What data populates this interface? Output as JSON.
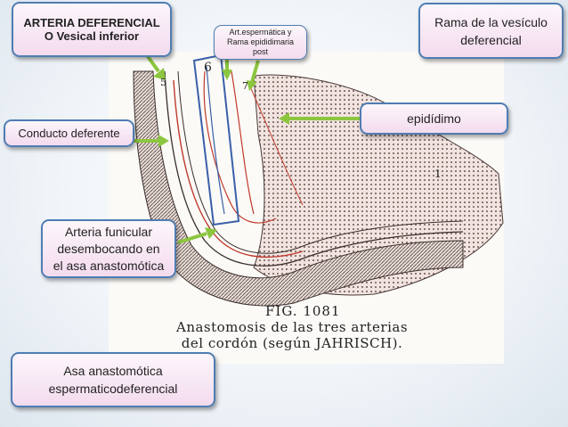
{
  "labels": {
    "arteria_deferencial_line1": "ARTERIA DEFERENCIAL",
    "arteria_deferencial_line2": "O Vesical inferior",
    "art_espermatica_line1": "Art.espermática y",
    "art_espermatica_line2": "Rama epididimaria",
    "art_espermatica_line3": "post",
    "rama_vesiculo_line1": "Rama de la vesículo",
    "rama_vesiculo_line2": "deferencial",
    "epididimo": "epidídimo",
    "conducto_deferente": "Conducto deferente",
    "arteria_funicular_line1": "Arteria funicular",
    "arteria_funicular_line2": "desembocando en",
    "arteria_funicular_line3": "el asa anastomótica",
    "asa_line1": "Asa anastomótica",
    "asa_line2": "espermaticodeferencial"
  },
  "figure": {
    "number": "FIG. 1081",
    "caption_line1": "Anastomosis de las tres arterias",
    "caption_line2": "del cordón (según JAHRISCH).",
    "marker_6": "6",
    "marker_5": "5",
    "marker_7": "7",
    "marker_1": "1"
  },
  "colors": {
    "callout_border": "#4f7db3",
    "arrow_green": "#8cc63f",
    "vessel_blue": "#3a5fa8",
    "artery_red": "#c0392b"
  }
}
